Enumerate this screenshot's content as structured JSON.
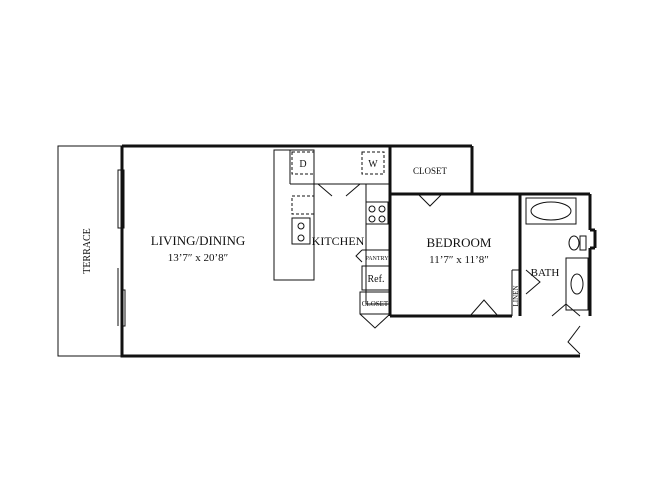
{
  "rooms": {
    "terrace": {
      "label": "TERRACE"
    },
    "living": {
      "label": "LIVING/DINING",
      "dims": "13’7″ x 20’8″"
    },
    "kitchen": {
      "label": "KITCHEN"
    },
    "closet_top": {
      "label": "CLOSET"
    },
    "bedroom": {
      "label": "BEDROOM",
      "dims": "11’7″ x 11’8″"
    },
    "bath": {
      "label": "BATH"
    },
    "linen": {
      "label": "LINEN"
    },
    "pantry": {
      "label": "PANTRY"
    },
    "refrigerator": {
      "label": "Ref."
    },
    "closet_small": {
      "label": "CLOSET"
    },
    "dryer": {
      "label": "D"
    },
    "washer": {
      "label": "W"
    }
  },
  "colors": {
    "walls": "#111111",
    "background": "#ffffff"
  }
}
